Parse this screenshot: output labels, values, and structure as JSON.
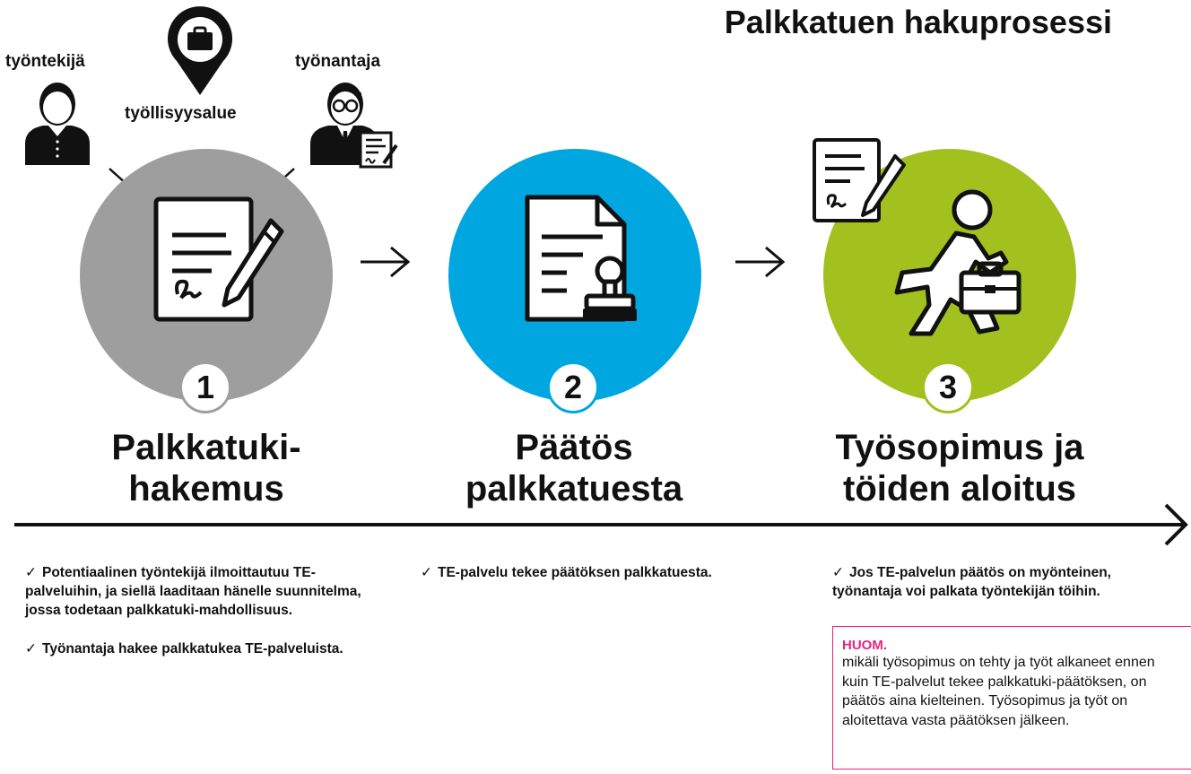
{
  "title": "Palkkatuen hakuprosessi",
  "actors": {
    "employee": "työntekijä",
    "region": "työllisyysalue",
    "employer": "työnantaja"
  },
  "steps": [
    {
      "number": "1",
      "title_line1": "Palkkatuki-",
      "title_line2": "hakemus",
      "color": "#9e9e9e",
      "desc": [
        "Potentiaalinen työntekijä ilmoittautuu TE-palveluihin, ja siellä laaditaan hänelle suunnitelma, jossa todetaan palkkatuki-mahdollisuus.",
        "Työnantaja hakee palkkatukea TE-palveluista."
      ]
    },
    {
      "number": "2",
      "title_line1": "Päätös",
      "title_line2": "palkkatuesta",
      "color": "#00a6e0",
      "desc": [
        "TE-palvelu tekee päätöksen palkkatuesta."
      ]
    },
    {
      "number": "3",
      "title_line1": "Työsopimus ja",
      "title_line2": "töiden aloitus",
      "color": "#a2c01e",
      "desc": [
        "Jos TE-palvelun päätös on myönteinen, työnantaja voi palkata työntekijän töihin."
      ]
    }
  ],
  "check_mark": "✓",
  "note": {
    "title": "HUOM.",
    "text": "mikäli työsopimus on tehty ja työt alkaneet ennen kuin TE-palvelut tekee palkkatuki-päätöksen, on päätös aina kielteinen. Työsopimus ja työt on aloitettava vasta päätöksen jälkeen.",
    "border_color": "#e8237f"
  }
}
